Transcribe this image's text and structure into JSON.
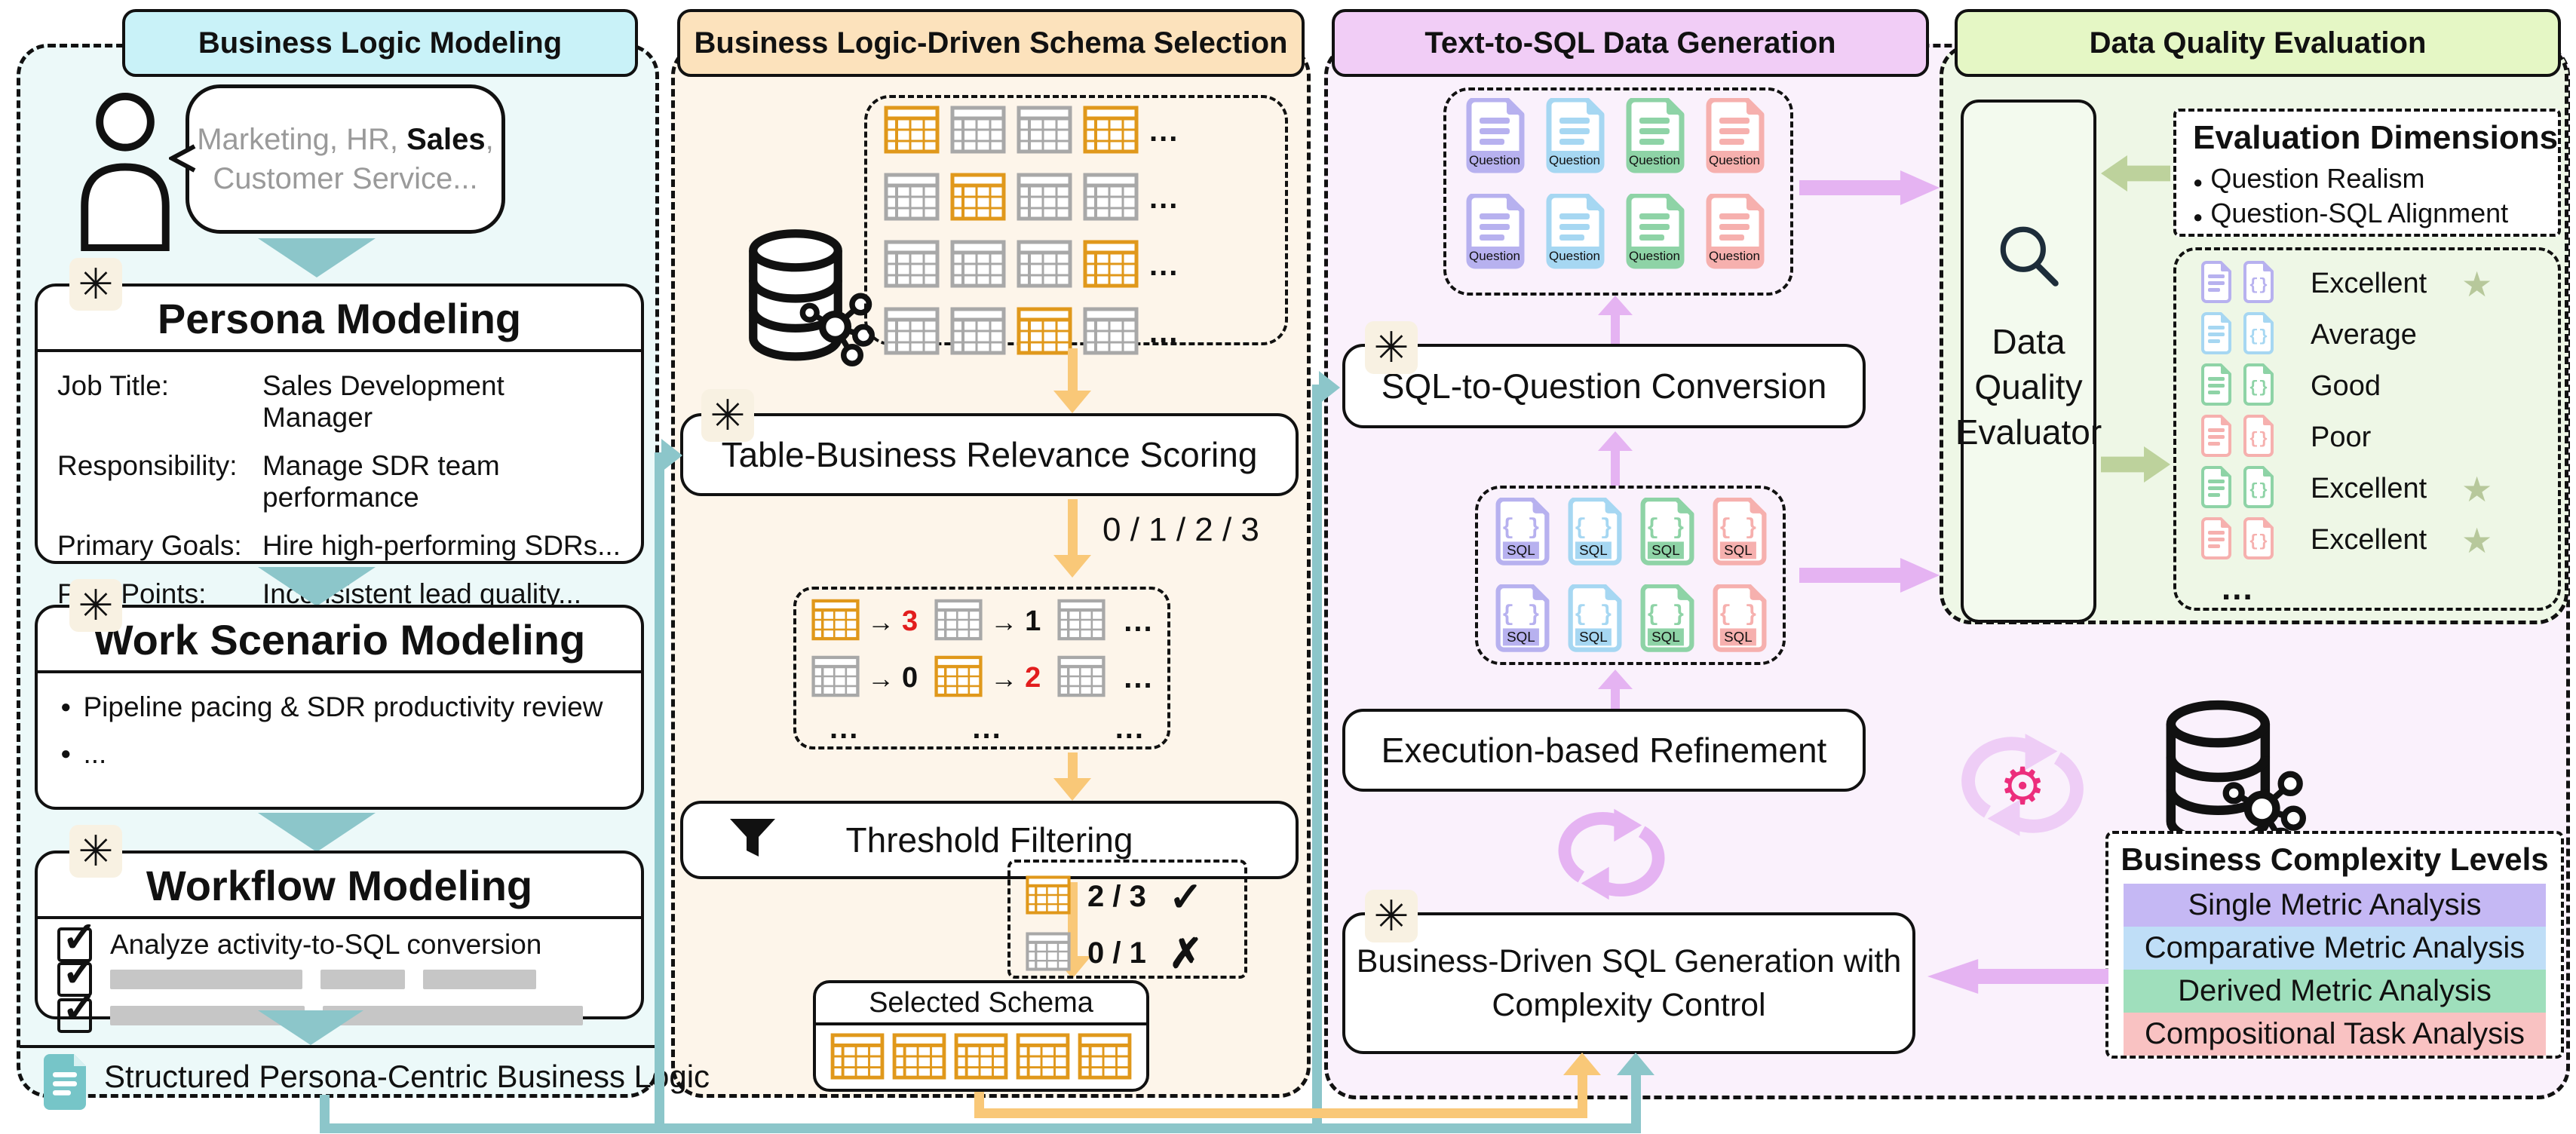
{
  "figure": {
    "type": "pipeline-diagram"
  },
  "colors": {
    "table_orange": "#e0981b",
    "table_gray": "#a8a8a8",
    "docs": {
      "purple": "#b7b1ef",
      "blue": "#a6d7f2",
      "green": "#8ed3a6",
      "red": "#f6b0ae"
    },
    "teal_arrow": "#8cc6ca",
    "orange_arrow": "#f9c878",
    "purple_arrow": "#e5b3f2",
    "green_arrow": "#bdd29c",
    "score_highlight": "#e21d1d",
    "star": "#b7c89b",
    "gear_pink": "#ec2d7c",
    "header_bg": [
      "#c9f2f8",
      "#fce2bc",
      "#f1cdf6",
      "#e5f7c5"
    ],
    "panel_bg": [
      "#ecf9f9",
      "#fdf5ea",
      "#faf1fc",
      "#eef7e6"
    ]
  },
  "p1": {
    "header": "Business Logic Modeling",
    "speech": {
      "prefix": "Marketing, HR, ",
      "highlight": "Sales",
      "suffix": ",",
      "line2": "Customer Service..."
    },
    "persona": {
      "title": "Persona Modeling",
      "rows": [
        {
          "label": "Job Title:",
          "value": "Sales Development Manager"
        },
        {
          "label": "Responsibility:",
          "value": "Manage SDR team performance"
        },
        {
          "label": "Primary Goals:",
          "value": "Hire high-performing SDRs..."
        },
        {
          "label": "Pain Points:",
          "value": "Inconsistent lead quality..."
        }
      ]
    },
    "work": {
      "title": "Work Scenario Modeling",
      "bullets": [
        "Pipeline pacing & SDR productivity review",
        "..."
      ]
    },
    "workflow": {
      "title": "Workflow Modeling",
      "first_item": "Analyze activity-to-SQL conversion"
    },
    "output": "Structured Persona-Centric Business Logic"
  },
  "p2": {
    "header": "Business Logic-Driven Schema Selection",
    "grid": {
      "rows": [
        [
          "o",
          "g",
          "g",
          "o"
        ],
        [
          "g",
          "o",
          "g",
          "g"
        ],
        [
          "g",
          "g",
          "g",
          "o"
        ],
        [
          "g",
          "g",
          "o",
          "g"
        ]
      ],
      "ellipsis": "..."
    },
    "scoring_box": "Table-Business Relevance Scoring",
    "score_scale": "0 / 1 / 2 / 3",
    "scored": {
      "rows": [
        [
          {
            "c": "o",
            "score": "3",
            "emph": true
          },
          {
            "c": "g",
            "score": "1",
            "emph": false
          },
          {
            "c": "g"
          }
        ],
        [
          {
            "c": "g",
            "score": "0",
            "emph": false
          },
          {
            "c": "o",
            "score": "2",
            "emph": true
          },
          {
            "c": "g"
          }
        ]
      ],
      "dots_row": [
        "...",
        "...",
        "..."
      ]
    },
    "threshold_box": "Threshold Filtering",
    "legend": [
      {
        "c": "o",
        "range": "2 / 3",
        "mark": "✓"
      },
      {
        "c": "g",
        "range": "0 / 1",
        "mark": "✗"
      }
    ],
    "selected": {
      "title": "Selected Schema",
      "table_count": 5
    }
  },
  "p3": {
    "header": "Text-to-SQL Data Generation",
    "question_label": "Question",
    "sql_label": "SQL",
    "doc_colors": [
      "purple",
      "blue",
      "green",
      "red"
    ],
    "sql_to_question": "SQL-to-Question Conversion",
    "execution": "Execution-based Refinement",
    "generation_line1": "Business-Driven SQL Generation with",
    "generation_line2": "Complexity Control"
  },
  "p4": {
    "header": "Data Quality Evaluation",
    "evaluator_lines": [
      "Data",
      "Quality",
      "Evaluator"
    ],
    "dimensions": {
      "title": "Evaluation Dimensions",
      "bullets": [
        "Question Realism",
        "Question-SQL Alignment"
      ]
    },
    "ratings": [
      {
        "color": "purple",
        "label": "Excellent",
        "star": true
      },
      {
        "color": "blue",
        "label": "Average",
        "star": false
      },
      {
        "color": "green",
        "label": "Good",
        "star": false
      },
      {
        "color": "red",
        "label": "Poor",
        "star": false
      },
      {
        "color": "green",
        "label": "Excellent",
        "star": true
      },
      {
        "color": "red",
        "label": "Excellent",
        "star": true
      }
    ],
    "ratings_ellipsis": "...",
    "complexity": {
      "title": "Business Complexity Levels",
      "levels": [
        {
          "label": "Single Metric Analysis",
          "color": "#c5b8f4"
        },
        {
          "label": "Comparative Metric Analysis",
          "color": "#bfdef7"
        },
        {
          "label": "Derived Metric Analysis",
          "color": "#9fdfbc"
        },
        {
          "label": "Compositional Task Analysis",
          "color": "#f9c2c2"
        }
      ]
    }
  }
}
